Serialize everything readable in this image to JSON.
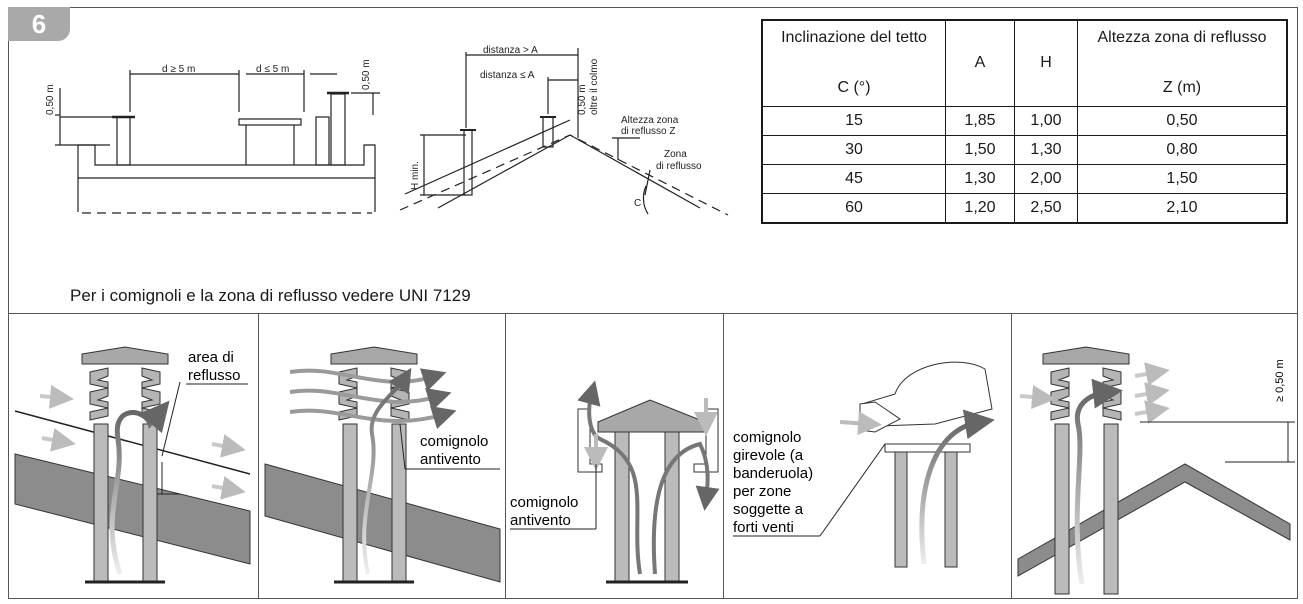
{
  "figure": {
    "number": "6",
    "note": "Per i comignoli e la zona di reflusso vedere UNI 7129"
  },
  "diagram1": {
    "d_ge": "d ≥ 5 m",
    "d_le": "d ≤ 5 m",
    "h_left": "0,50 m",
    "h_right": "0,50 m"
  },
  "diagram2": {
    "dist_gt": "distanza > A",
    "dist_le": "distanza ≤ A",
    "oltre_1": "0,50 m",
    "oltre_2": "oltre il colmo",
    "altezza_1": "Altezza zona",
    "altezza_2": "di reflusso Z",
    "zona_1": "Zona",
    "zona_2": "di reflusso",
    "hmin": "H min.",
    "c": "C"
  },
  "table": {
    "headers": {
      "c_line1": "Inclinazione del tetto",
      "c_line2": "C (°)",
      "a": "A",
      "h": "H",
      "z_line1": "Altezza zona di reflusso",
      "z_line2": "Z (m)"
    },
    "rows": [
      {
        "c": "15",
        "a": "1,85",
        "h": "1,00",
        "z": "0,50"
      },
      {
        "c": "30",
        "a": "1,50",
        "h": "1,30",
        "z": "0,80"
      },
      {
        "c": "45",
        "a": "1,30",
        "h": "2,00",
        "z": "1,50"
      },
      {
        "c": "60",
        "a": "1,20",
        "h": "2,50",
        "z": "2,10"
      }
    ]
  },
  "panels": {
    "p1_line1": "area di",
    "p1_line2": "reflusso",
    "p2_line1": "comignolo",
    "p2_line2": "antivento",
    "p3_line1": "comignolo",
    "p3_line2": "antivento",
    "p4_lines": [
      "comignolo",
      "girevole (a",
      "banderuola)",
      "per zone",
      "soggette a",
      "forti venti"
    ],
    "p5_dim": "≥ 0,50 m"
  }
}
